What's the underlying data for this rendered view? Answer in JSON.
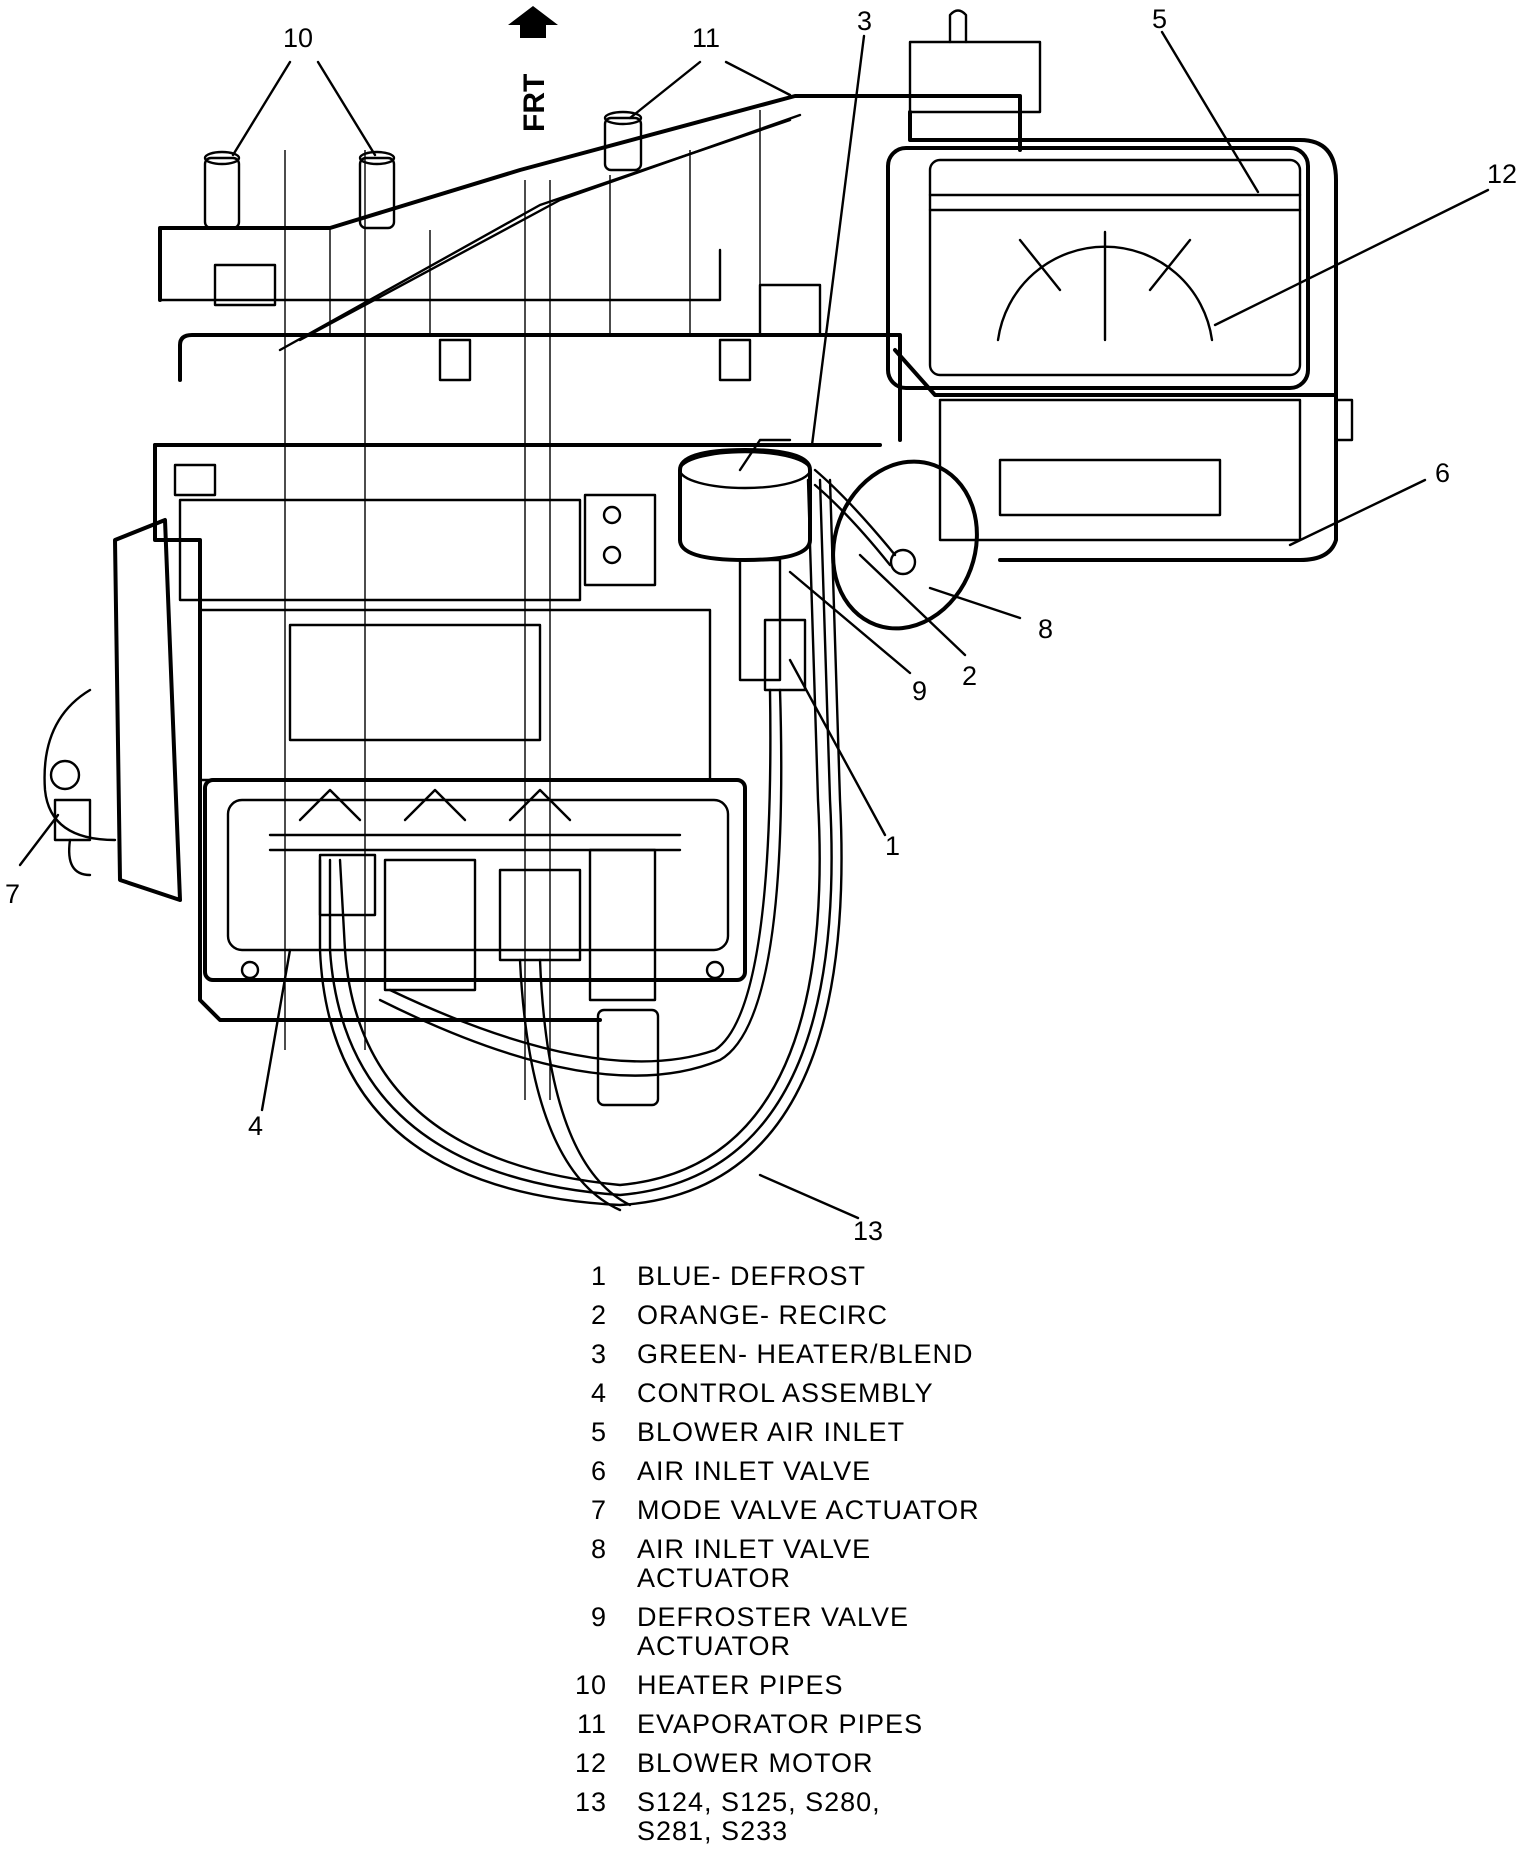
{
  "orientation_label": "FRT",
  "orientation_icon": "up-arrow-icon",
  "callouts": [
    "1",
    "2",
    "3",
    "4",
    "5",
    "6",
    "7",
    "8",
    "9",
    "10",
    "11",
    "12",
    "13"
  ],
  "legend": [
    {
      "num": "1",
      "text": "BLUE- DEFROST"
    },
    {
      "num": "2",
      "text": "ORANGE- RECIRC"
    },
    {
      "num": "3",
      "text": "GREEN- HEATER/BLEND"
    },
    {
      "num": "4",
      "text": "CONTROL ASSEMBLY"
    },
    {
      "num": "5",
      "text": "BLOWER AIR INLET"
    },
    {
      "num": "6",
      "text": "AIR INLET VALVE"
    },
    {
      "num": "7",
      "text": "MODE VALVE ACTUATOR"
    },
    {
      "num": "8",
      "text": "AIR INLET VALVE\nACTUATOR"
    },
    {
      "num": "9",
      "text": "DEFROSTER VALVE\nACTUATOR"
    },
    {
      "num": "10",
      "text": "HEATER PIPES"
    },
    {
      "num": "11",
      "text": "EVAPORATOR PIPES"
    },
    {
      "num": "12",
      "text": "BLOWER MOTOR"
    },
    {
      "num": "13",
      "text": "S124, S125, S280,\nS281, S233"
    }
  ]
}
